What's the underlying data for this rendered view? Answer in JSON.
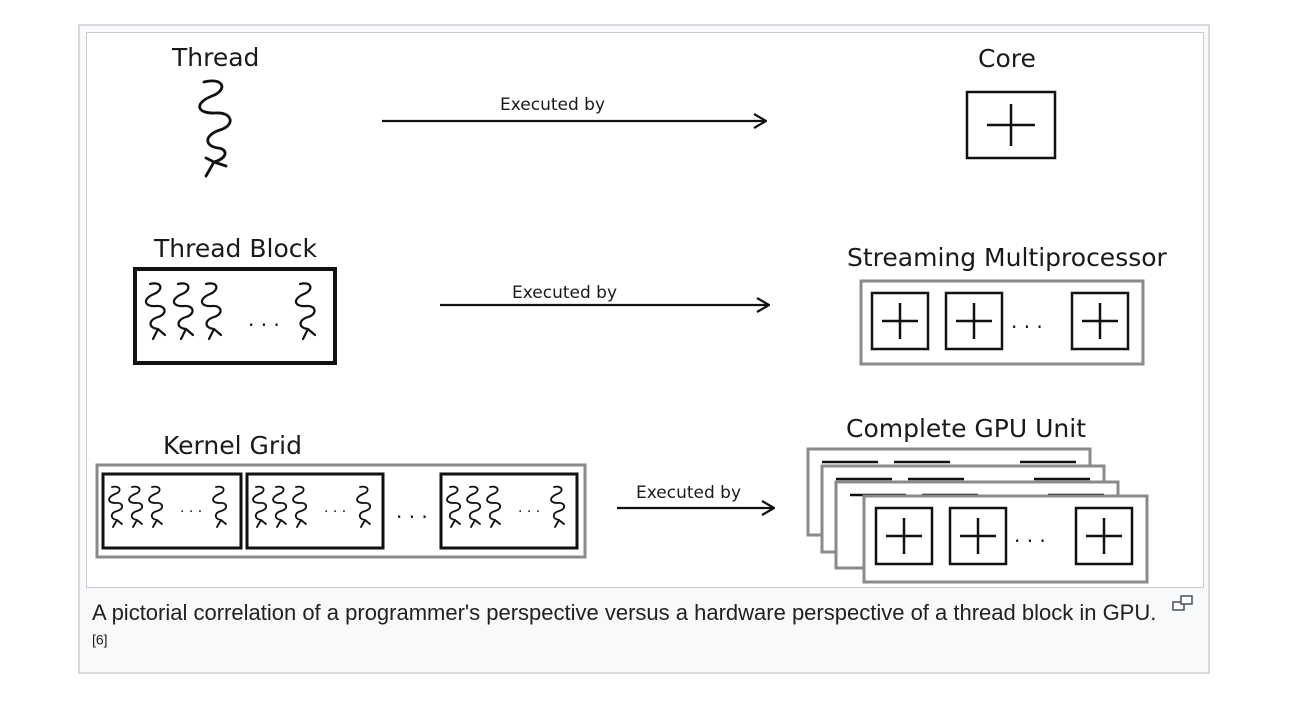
{
  "diagram": {
    "rows": [
      {
        "left_label": "Thread",
        "arrow_label": "Executed by",
        "right_label": "Core"
      },
      {
        "left_label": "Thread Block",
        "arrow_label": "Executed by",
        "right_label": "Streaming Multiprocessor"
      },
      {
        "left_label": "Kernel Grid",
        "arrow_label": "Executed by",
        "right_label": "Complete GPU Unit"
      }
    ],
    "ellipsis": ". . ."
  },
  "caption": {
    "text": "A pictorial correlation of a programmer's perspective versus a hardware perspective of a thread block in GPU.",
    "reference": "[6]"
  },
  "icons": {
    "magnify": "magnify-icon"
  }
}
